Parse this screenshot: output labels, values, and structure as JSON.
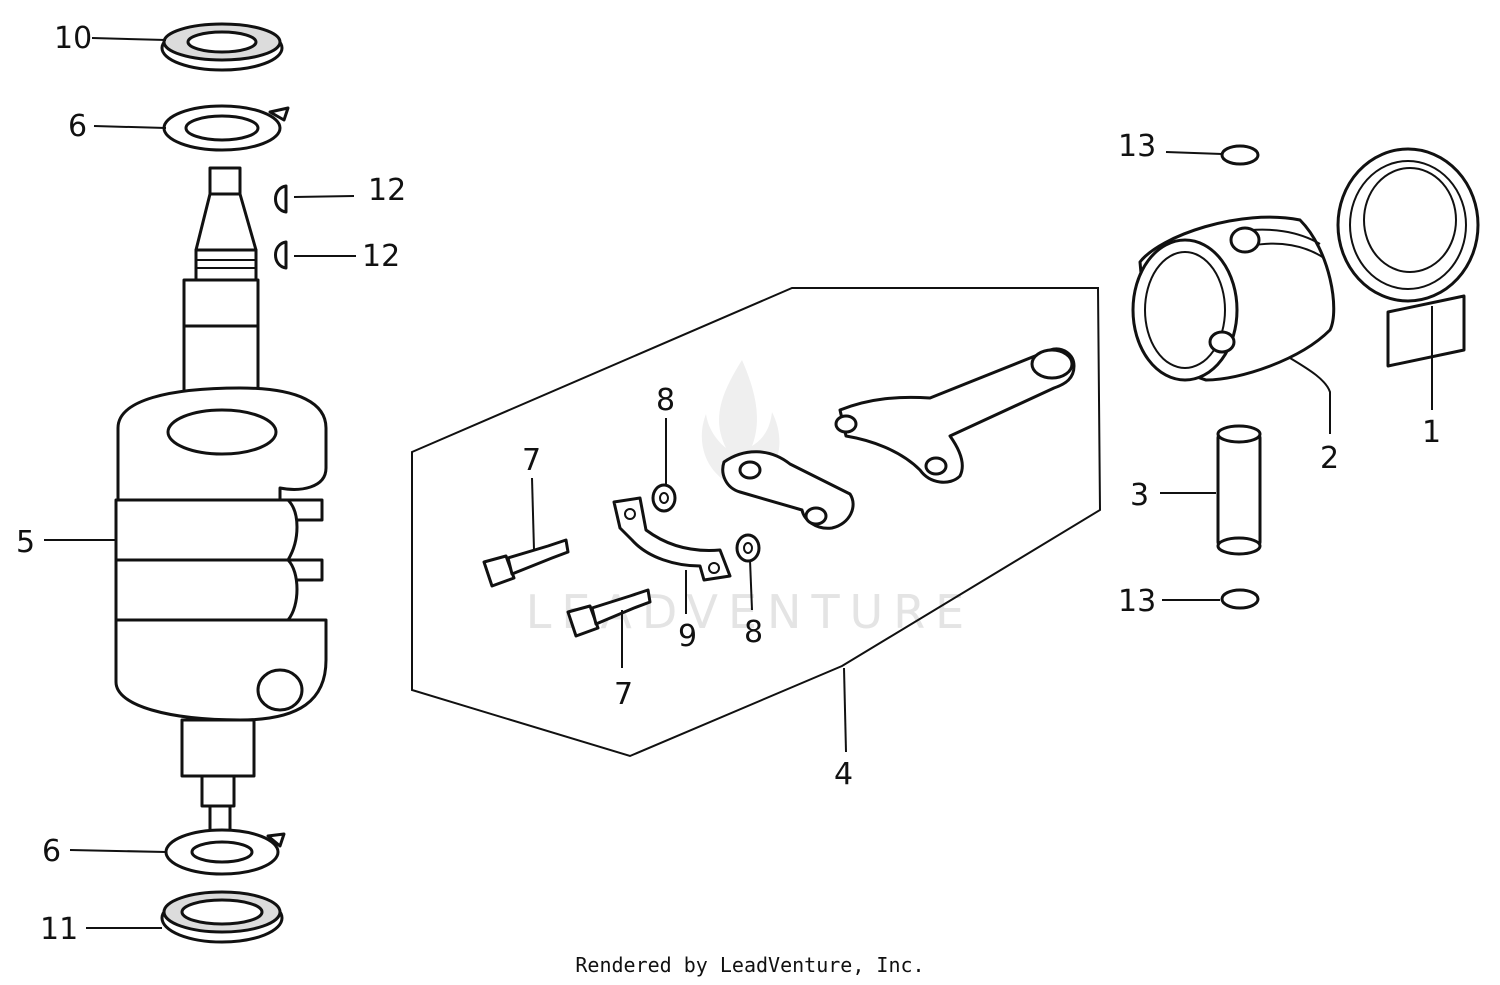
{
  "diagram": {
    "colors": {
      "line": "#111111",
      "watermark": "#e4e4e4",
      "background": "#ffffff"
    },
    "watermark": "LEADVENTURE",
    "credit": "Rendered by LeadVenture, Inc.",
    "callouts": {
      "c1": "1",
      "c2": "2",
      "c3": "3",
      "c4": "4",
      "c5": "5",
      "c6_top": "6",
      "c6_bottom": "6",
      "c7_top": "7",
      "c7_bottom": "7",
      "c8_top": "8",
      "c8_bottom": "8",
      "c9": "9",
      "c10": "10",
      "c11": "11",
      "c12_top": "12",
      "c12_bottom": "12",
      "c13_top": "13",
      "c13_bottom": "13"
    }
  }
}
